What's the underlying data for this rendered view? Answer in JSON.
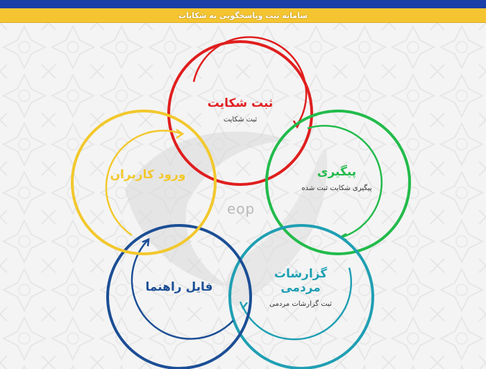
{
  "header": {
    "title": "سامانه ثبت وپاسخگویی به شکایات"
  },
  "logo_text": "eop",
  "nodes": [
    {
      "id": "complaint",
      "title": "ثبت شکایت",
      "subtitle": "ثبت شکایت",
      "color": "#e01e1e"
    },
    {
      "id": "tracking",
      "title": "پیگیری",
      "subtitle": "پیگیری شکایت ثبت شده",
      "color": "#22bb4b"
    },
    {
      "id": "reports",
      "title": "گزارشات مردمی",
      "subtitle": "ثبت گزارشات مردمی",
      "color": "#1f9fb3"
    },
    {
      "id": "guide",
      "title": "فایل راهنما",
      "subtitle": "",
      "color": "#1b4e95"
    },
    {
      "id": "login",
      "title": "ورود کاربران",
      "subtitle": "",
      "color": "#f2c82c"
    }
  ],
  "colors": {
    "top_bar": "#1a3fa6",
    "title_bar": "#f5c531",
    "background": "#f4f4f4"
  }
}
